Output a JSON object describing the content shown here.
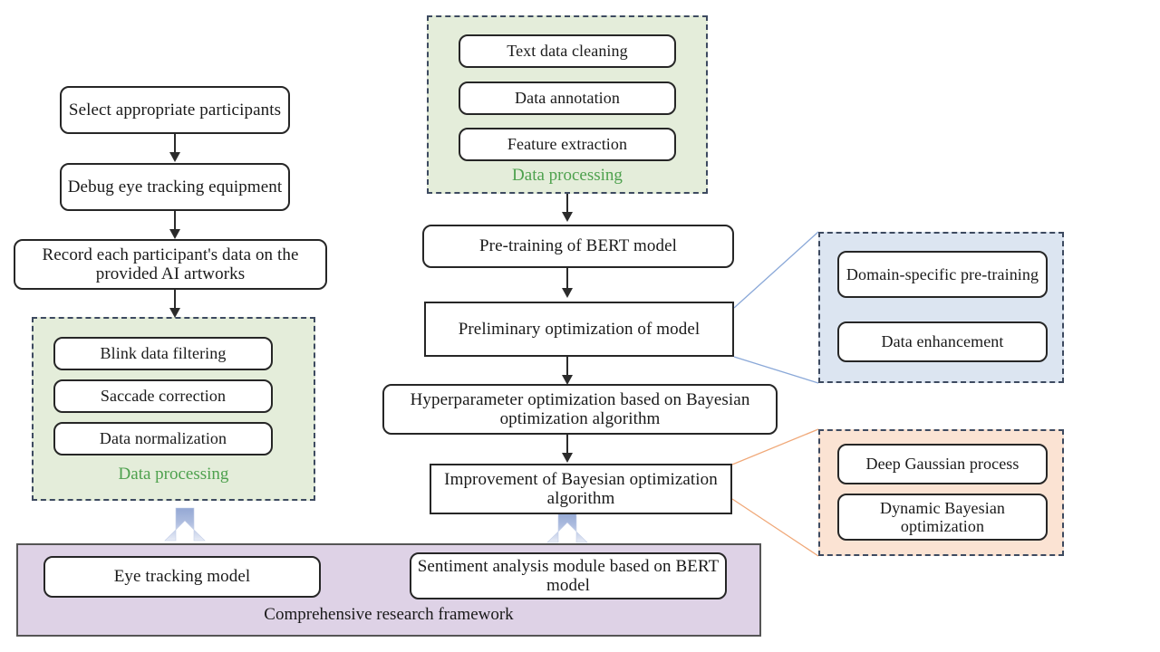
{
  "diagram": {
    "title": "Comprehensive research framework",
    "colors": {
      "node_border": "#262626",
      "node_fill": "#ffffff",
      "panel_border": "#3d4a60",
      "green_fill": "#e4edda",
      "blue_fill": "#dce5f1",
      "orange_fill": "#fbe3d3",
      "purple_fill": "#ded2e6",
      "green_label": "#4ea14e",
      "blue_connector": "#8aa8d8",
      "orange_connector": "#f0a878",
      "block_arrow": "#9fb0da"
    }
  },
  "left_column": {
    "nodes": [
      {
        "id": "select-participants",
        "label": "Select appropriate participants"
      },
      {
        "id": "debug-equipment",
        "label": "Debug eye tracking equipment"
      },
      {
        "id": "record-data",
        "label": "Record each participant's data on the provided AI artworks"
      }
    ]
  },
  "eye_tracking_processing": {
    "label": "Data processing",
    "items": [
      {
        "id": "blink-data-filtering",
        "label": "Blink data filtering"
      },
      {
        "id": "saccade-correction",
        "label": "Saccade correction"
      },
      {
        "id": "data-normalization",
        "label": "Data normalization"
      }
    ]
  },
  "text_processing": {
    "label": "Data processing",
    "items": [
      {
        "id": "text-data-cleaning",
        "label": "Text data cleaning"
      },
      {
        "id": "data-annotation",
        "label": "Data annotation"
      },
      {
        "id": "feature-extraction",
        "label": "Feature extraction"
      }
    ]
  },
  "middle_column": {
    "nodes": [
      {
        "id": "bert-pretraining",
        "label": "Pre-training of BERT model"
      },
      {
        "id": "preliminary-optimization",
        "label": "Preliminary optimization of model"
      },
      {
        "id": "hyperparameter-optimization",
        "label": "Hyperparameter optimization based on Bayesian optimization algorithm"
      },
      {
        "id": "bayesian-improvement",
        "label": "Improvement of Bayesian optimization algorithm"
      }
    ]
  },
  "pretraining_detail": {
    "items": [
      {
        "id": "domain-specific-pretraining",
        "label": "Domain-specific pre-training"
      },
      {
        "id": "data-enhancement",
        "label": "Data enhancement"
      }
    ]
  },
  "bayesian_detail": {
    "items": [
      {
        "id": "deep-gaussian-process",
        "label": "Deep Gaussian process"
      },
      {
        "id": "dynamic-bayesian-optimization",
        "label": "Dynamic Bayesian optimization"
      }
    ]
  },
  "framework": {
    "label": "Comprehensive research framework",
    "modules": [
      {
        "id": "eye-tracking-model",
        "label": "Eye tracking model"
      },
      {
        "id": "sentiment-analysis-module",
        "label": "Sentiment analysis module based on BERT model"
      }
    ]
  }
}
